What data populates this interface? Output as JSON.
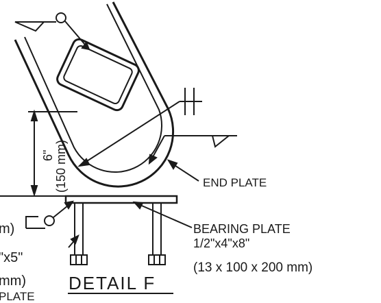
{
  "detail_title": "DETAIL F",
  "labels": {
    "end_plate": "END PLATE",
    "bearing_plate_title": "BEARING PLATE",
    "bearing_plate_size_imperial": "1/2\"x4\"x8\"",
    "bearing_plate_size_metric": "(13 x 100 x 200 mm)"
  },
  "dimension": {
    "imperial": "6\"",
    "metric": "(150 mm)"
  },
  "cutoff_left_text": {
    "line1": "m)",
    "line2": "\"x5\"",
    "line3": "mm)",
    "line4": "PLATE"
  },
  "colors": {
    "ink": "#1a1a1a",
    "background": "#ffffff"
  },
  "icons": [
    "weld-symbol-icon",
    "weld-field-circle-icon",
    "bolt-nut-icon"
  ]
}
